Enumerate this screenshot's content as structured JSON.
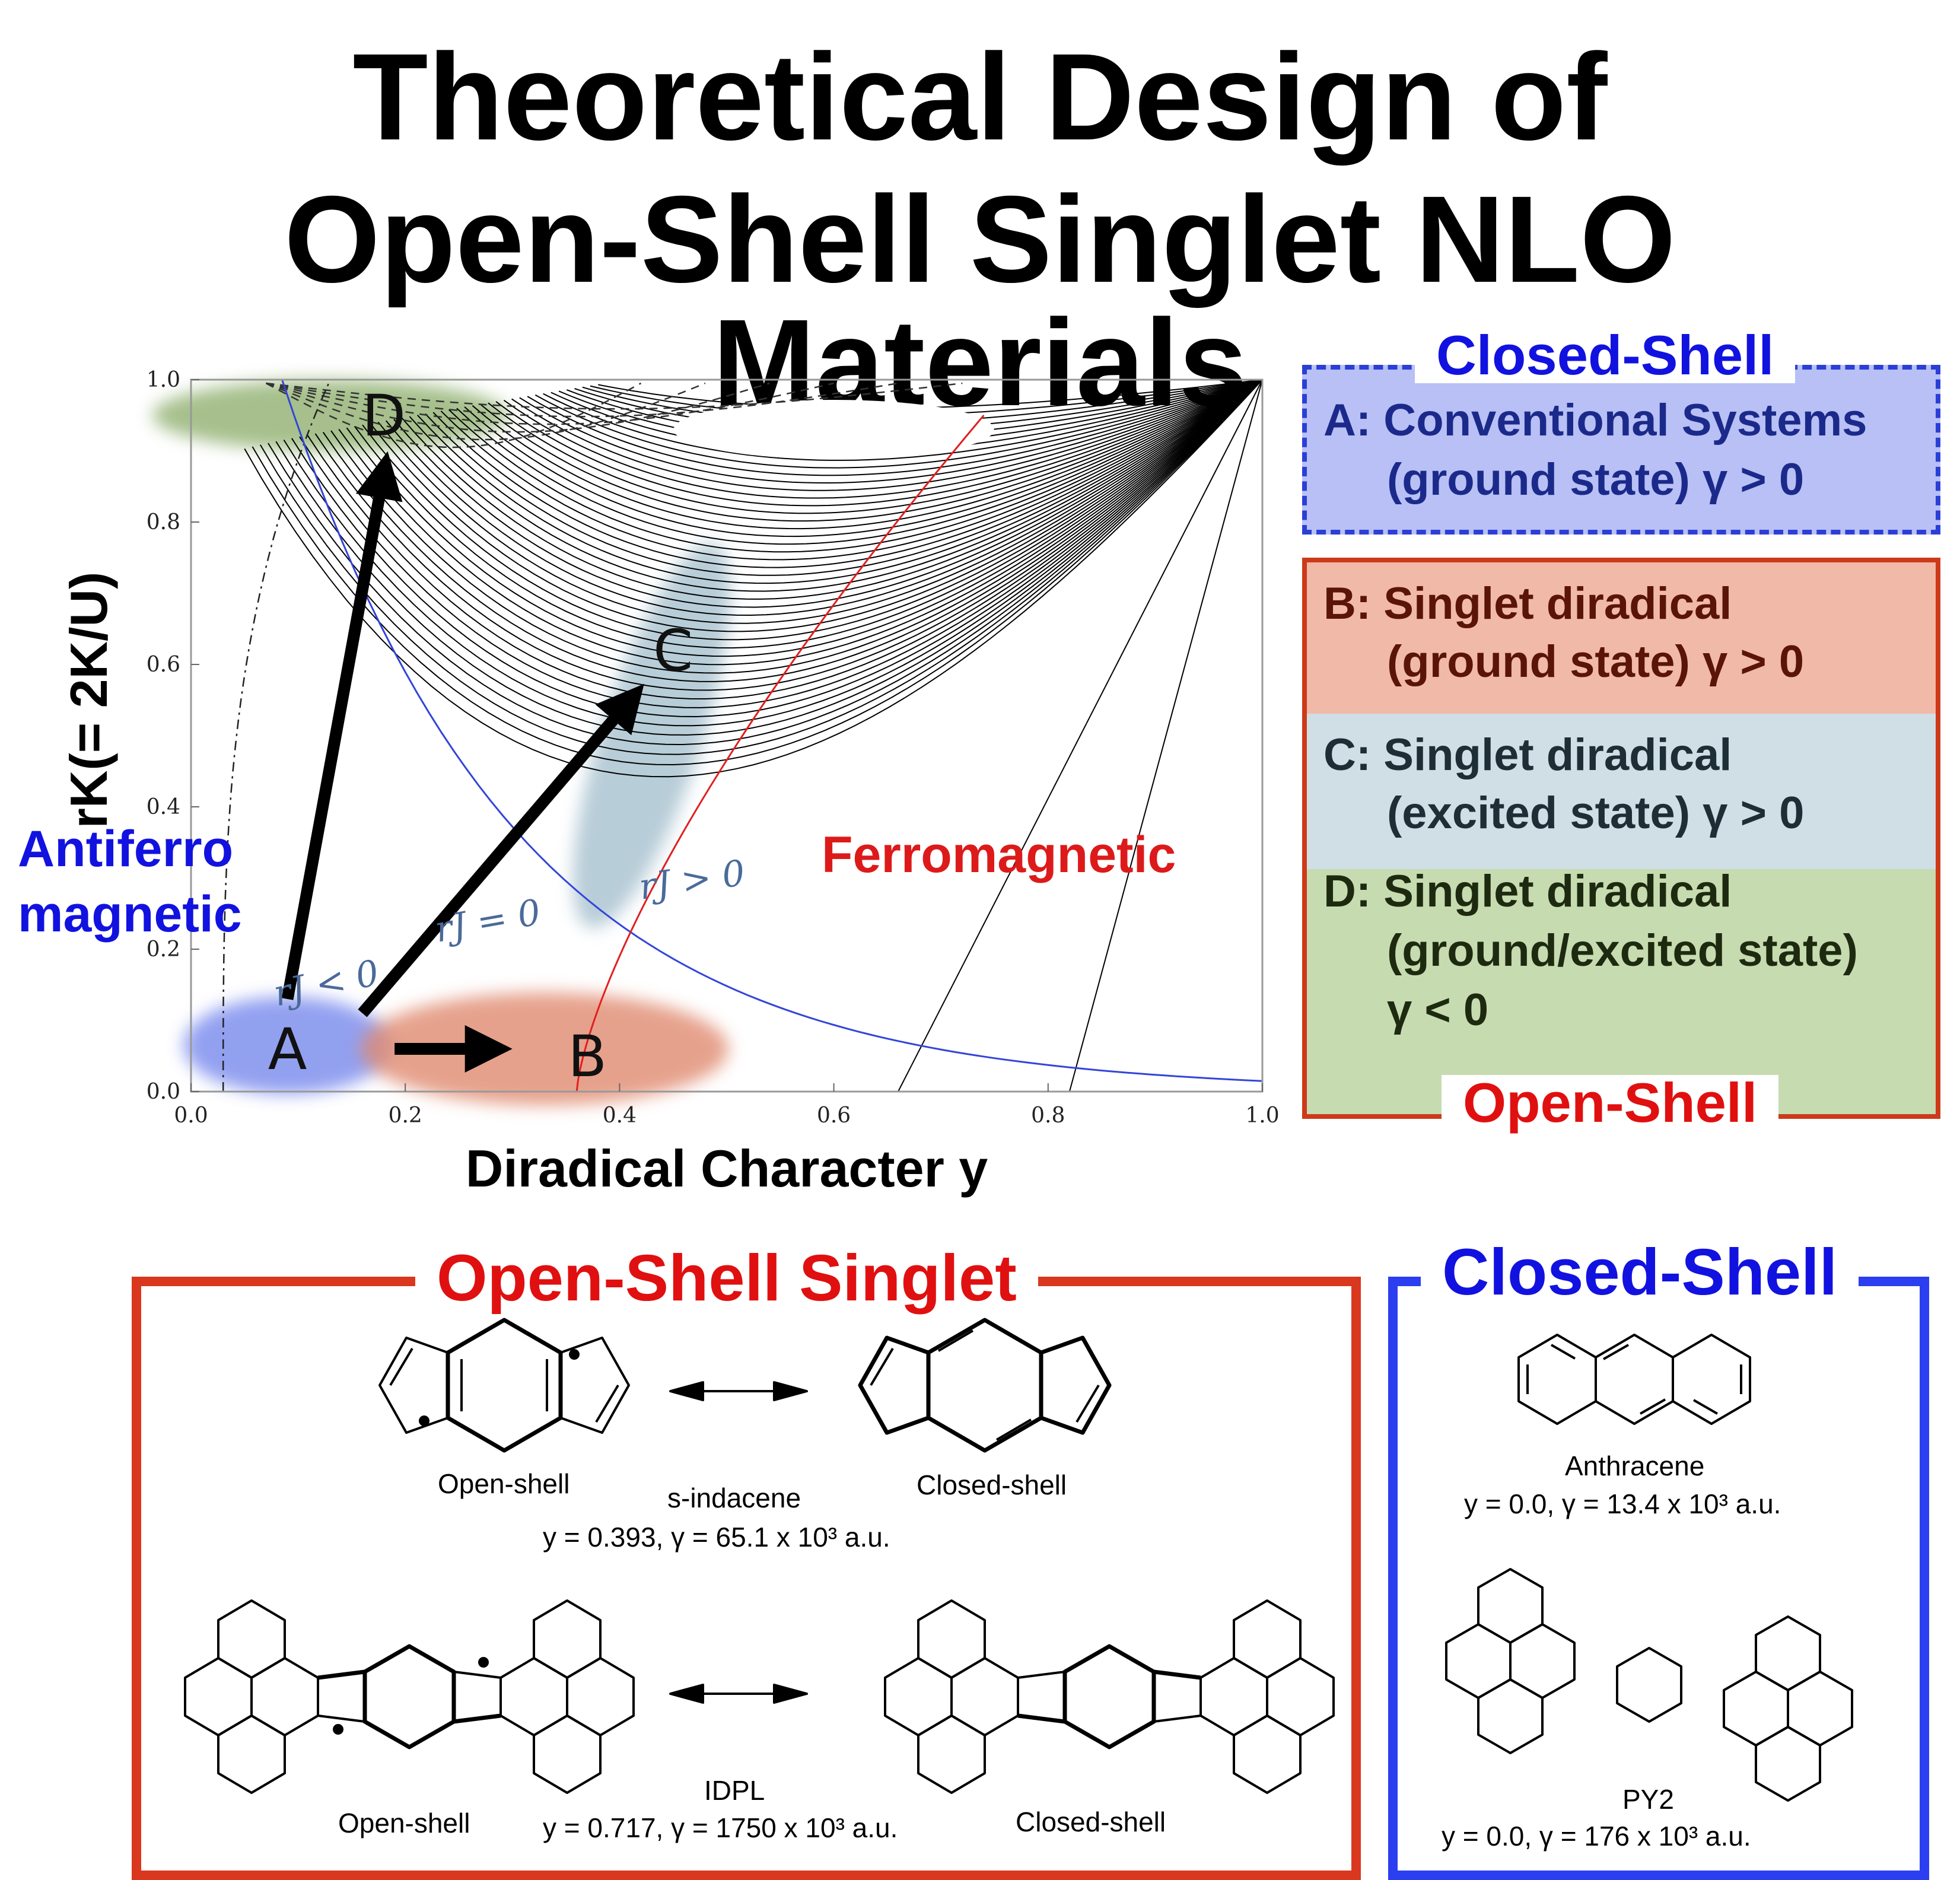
{
  "title": {
    "line1": "Theoretical Design of",
    "line2": "Open-Shell Singlet NLO Materials"
  },
  "chart_data": {
    "type": "line",
    "xlabel": "Diradical Character y",
    "ylabel": "rK(= 2K/U)",
    "xlim": [
      0.0,
      1.0
    ],
    "ylim": [
      0.0,
      1.0
    ],
    "x_ticks": [
      "0.0",
      "0.2",
      "0.4",
      "0.6",
      "0.8",
      "1.0"
    ],
    "y_ticks": [
      "0.0",
      "0.2",
      "0.4",
      "0.6",
      "0.8",
      "1.0"
    ],
    "region_labels": [
      "Antiferro",
      "magnetic",
      "Ferromagnetic"
    ],
    "curve_labels": [
      "rJ < 0",
      "rJ = 0",
      "rJ > 0"
    ],
    "point_labels": [
      {
        "label": "A",
        "x": 0.09,
        "y": 0.06
      },
      {
        "label": "B",
        "x": 0.37,
        "y": 0.05
      },
      {
        "label": "C",
        "x": 0.45,
        "y": 0.62
      },
      {
        "label": "D",
        "x": 0.18,
        "y": 0.95
      }
    ],
    "arrows": [
      {
        "from": "A",
        "to": "B"
      },
      {
        "from": "A",
        "to": "C"
      },
      {
        "from": "A",
        "to": "D"
      }
    ],
    "colors": {
      "rj_zero_curve": "#3345d9",
      "ferro_curve": "#e02020",
      "contours": "#000000",
      "region_A": "#8090ee",
      "region_B": "#e08a70",
      "region_C": "#9ab8c8",
      "region_D": "#90b070"
    }
  },
  "legend": {
    "closed_title": "Closed-Shell",
    "A_line1": "A: Conventional Systems",
    "A_line2": "(ground state)  γ > 0",
    "B_line1": "B: Singlet diradical",
    "B_line2": "(ground state)  γ > 0",
    "C_line1": "C: Singlet diradical",
    "C_line2": "(excited state)  γ > 0",
    "D_line1": "D: Singlet diradical",
    "D_line2": "(ground/excited state)",
    "D_line3": "γ < 0",
    "open_title": "Open-Shell",
    "colors": {
      "closed_border": "#2b3fd6",
      "closed_fill": "#b8c0f5",
      "open_border": "#cc3a1a",
      "B_fill": "#f1b9a7",
      "C_fill": "#d0dfe5",
      "D_fill": "#c7dbb1"
    }
  },
  "open_shell_section": {
    "title": "Open-Shell Singlet",
    "molecule1": {
      "left_label": "Open-shell",
      "name": "s-indacene",
      "right_label": "Closed-shell",
      "values": "y = 0.393,   γ = 65.1 x 10³ a.u."
    },
    "molecule2": {
      "left_label": "Open-shell",
      "name": "IDPL",
      "right_label": "Closed-shell",
      "values": "y = 0.717,  γ = 1750 x 10³ a.u."
    }
  },
  "closed_shell_section": {
    "title": "Closed-Shell",
    "molecule1": {
      "name": "Anthracene",
      "values": "y = 0.0,   γ = 13.4 x 10³ a.u."
    },
    "molecule2": {
      "name": "PY2",
      "values": "y = 0.0,   γ = 176 x 10³ a.u."
    }
  }
}
